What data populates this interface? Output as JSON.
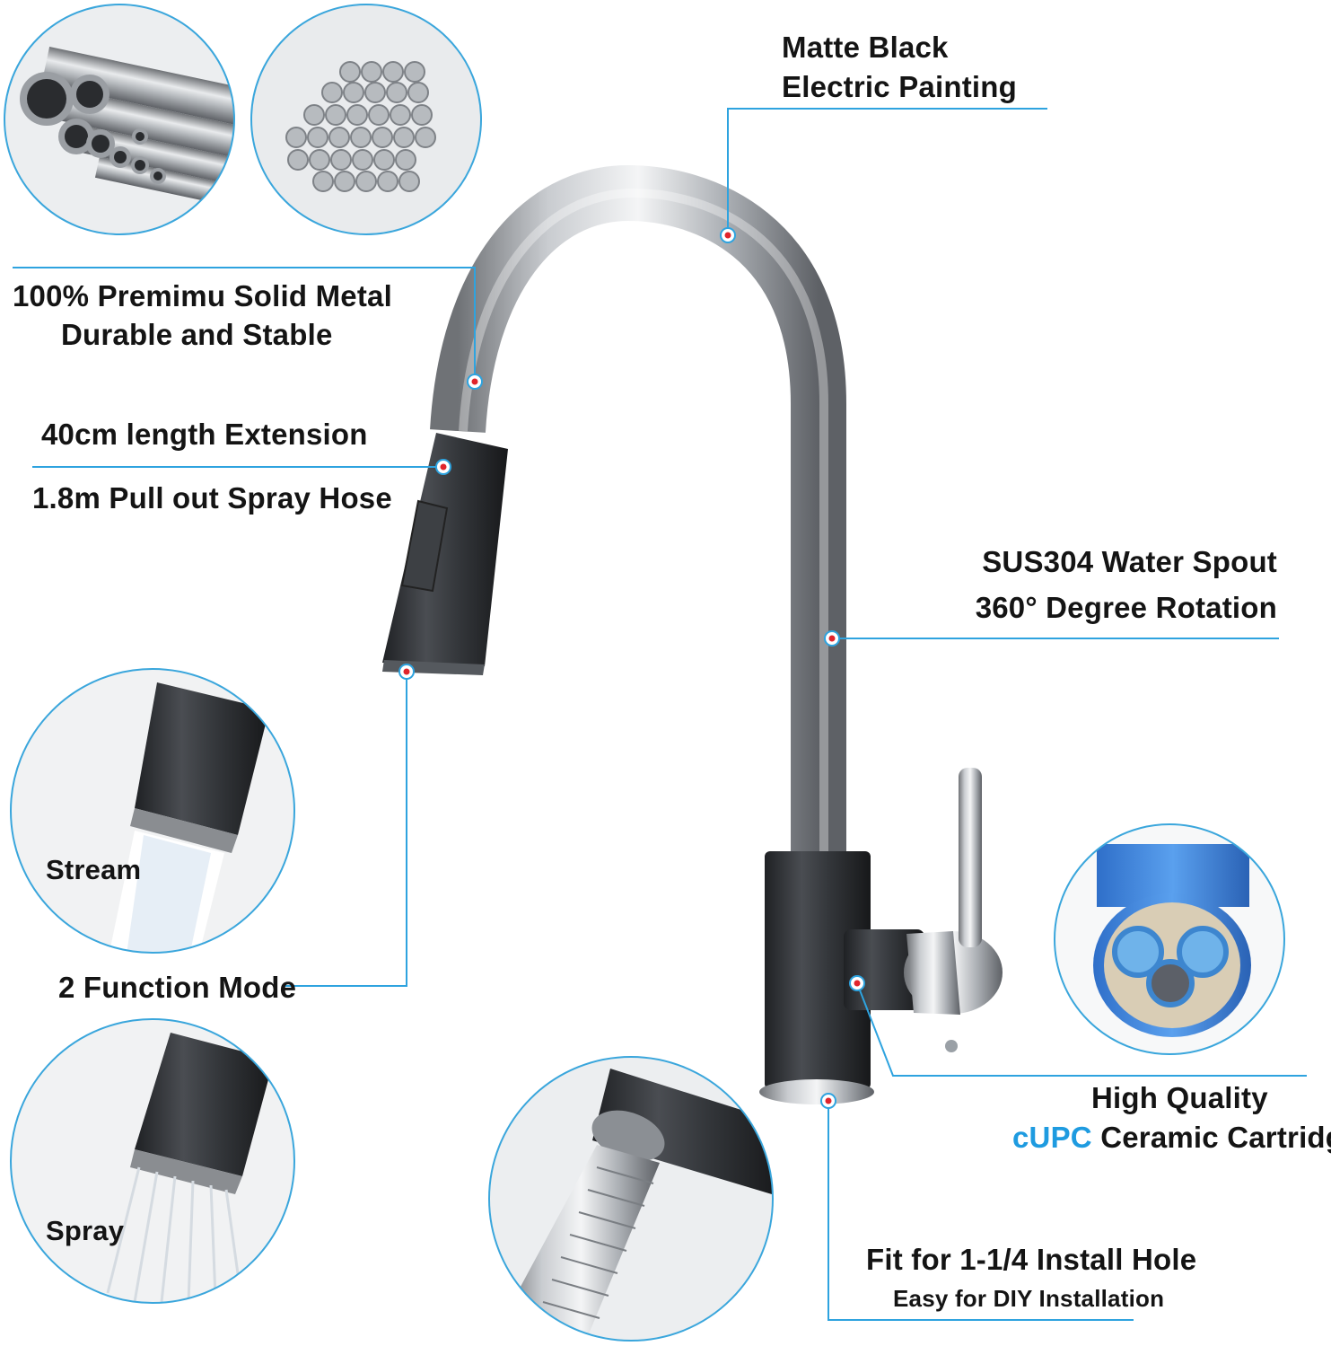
{
  "colors": {
    "accent_line": "#2ea3df",
    "circle_stroke": "#3aa6dc",
    "dot": "#e0242c",
    "highlight_blue": "#1e9be0"
  },
  "callouts": {
    "matte_black": {
      "line1": "Matte Black",
      "line2": "Electric Painting"
    },
    "solid_metal": {
      "line1": "100% Premimu Solid Metal",
      "line2": "Durable and Stable"
    },
    "extension": {
      "line1": "40cm length Extension",
      "line2": "1.8m Pull out Spray Hose"
    },
    "spout": {
      "line1": "SUS304 Water Spout",
      "line2": "360° Degree Rotation"
    },
    "function_mode": {
      "label": "2 Function Mode"
    },
    "stream": {
      "label": "Stream"
    },
    "spray": {
      "label": "Spray"
    },
    "cartridge": {
      "line1": "High Quality",
      "line2_highlight": "cUPC",
      "line2_rest": " Ceramic Cartridge"
    },
    "install": {
      "line1": "Fit for 1-1/4 Install Hole",
      "line2": "Easy for DIY Installation"
    }
  },
  "icons": [
    "metal-pipes-image",
    "metal-rods-image",
    "stream-mode-image",
    "spray-mode-image",
    "ceramic-cartridge-image",
    "install-thread-image",
    "faucet-image"
  ]
}
